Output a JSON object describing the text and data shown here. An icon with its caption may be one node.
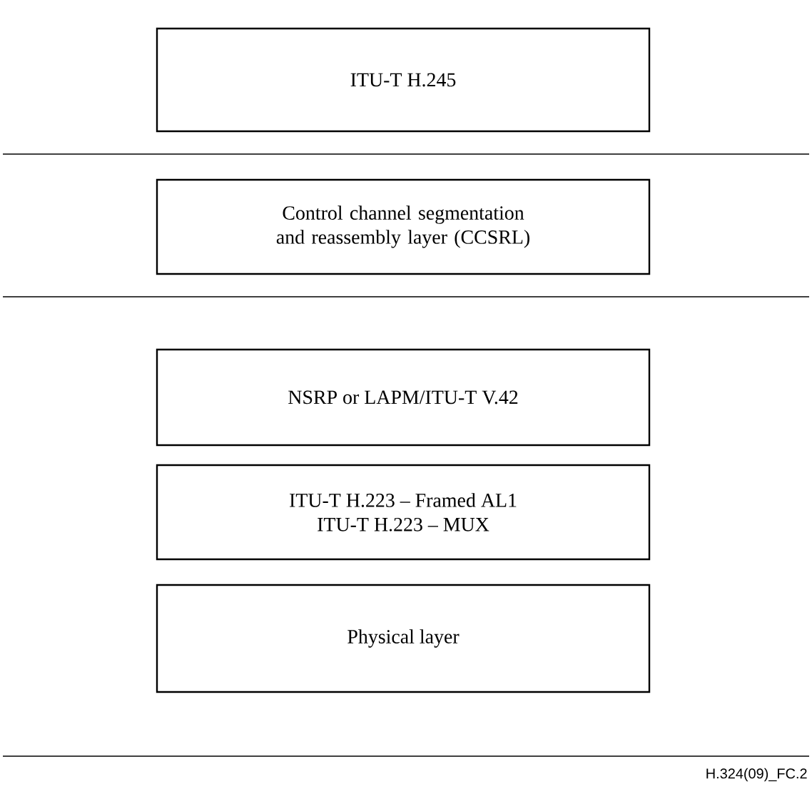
{
  "diagram": {
    "nodes": [
      {
        "text": [
          "ITU-T H.245"
        ]
      },
      {
        "text": [
          "Control channel segmentation and reassembly layer (CCSRL)"
        ]
      },
      {
        "text": [
          "NSRP or LAPM/ITU-T V.42"
        ]
      },
      {
        "text": [
          "ITU-T H.223 – Framed AL1",
          "ITU-T H.223 – MUX"
        ]
      },
      {
        "text": [
          "Physical layer"
        ]
      }
    ],
    "labels": [
      "H.324(09)_FC.2"
    ]
  }
}
